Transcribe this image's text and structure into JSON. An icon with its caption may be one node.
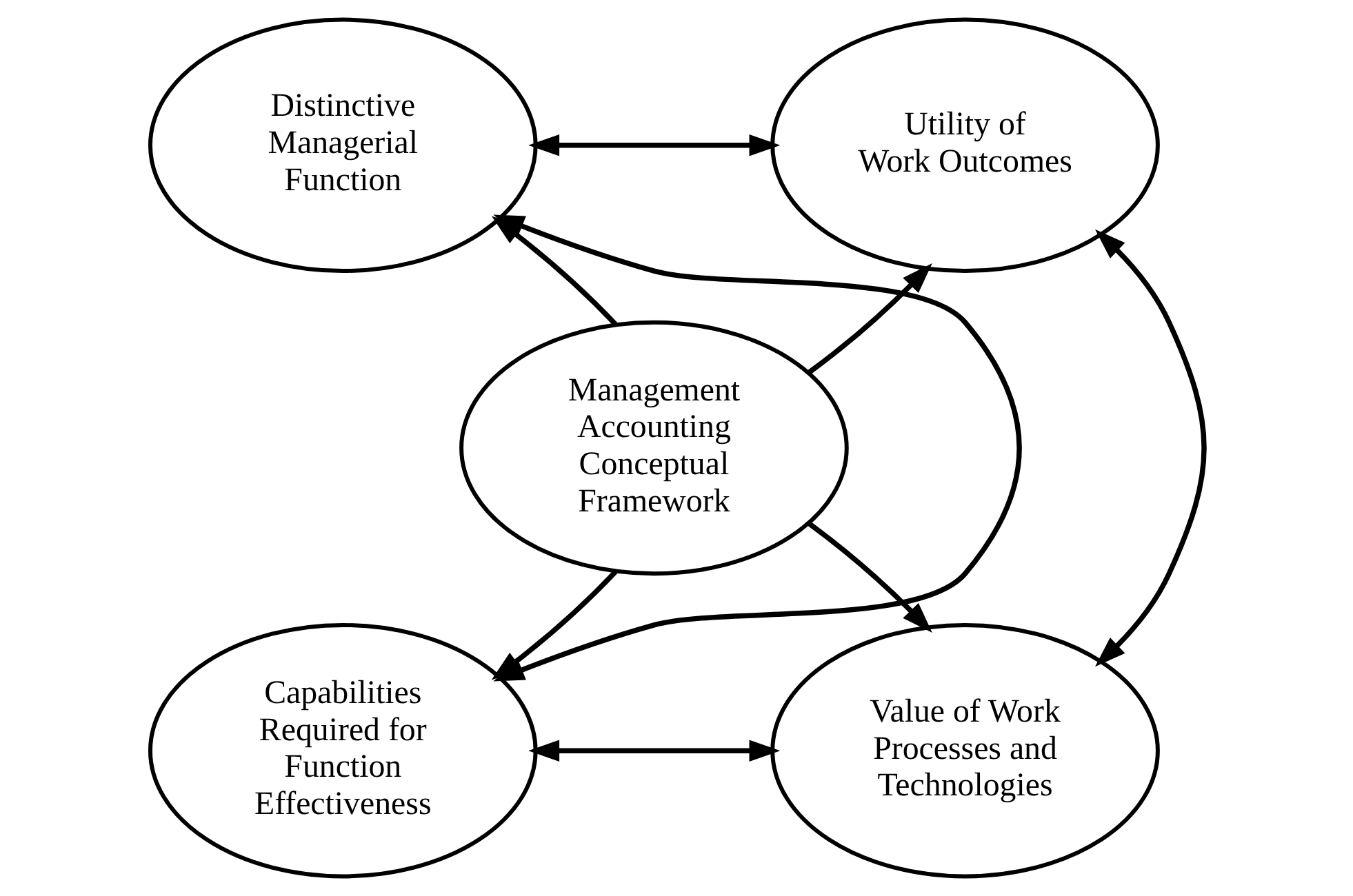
{
  "diagram": {
    "nodes": [
      {
        "text": [
          "Distinctive Managerial Function"
        ]
      },
      {
        "text": [
          "Utility of Work Outcomes"
        ]
      },
      {
        "text": [
          "Management Accounting Conceptual Framework"
        ]
      },
      {
        "text": [
          "Capabilities Required for Function Effectiveness"
        ]
      },
      {
        "text": [
          "Value of Work Processes and Technologies"
        ]
      }
    ],
    "edges": [
      {
        "from": 0,
        "to": 1,
        "arrow": "both"
      },
      {
        "from": 2,
        "to": 0,
        "arrow": "to"
      },
      {
        "from": 2,
        "to": 1,
        "arrow": "to"
      },
      {
        "from": 0,
        "to": 3,
        "arrow": "both"
      },
      {
        "from": 1,
        "to": 4,
        "arrow": "both"
      },
      {
        "from": 2,
        "to": 3,
        "arrow": "to"
      },
      {
        "from": 2,
        "to": 4,
        "arrow": "to"
      },
      {
        "from": 3,
        "to": 4,
        "arrow": "both"
      }
    ]
  }
}
